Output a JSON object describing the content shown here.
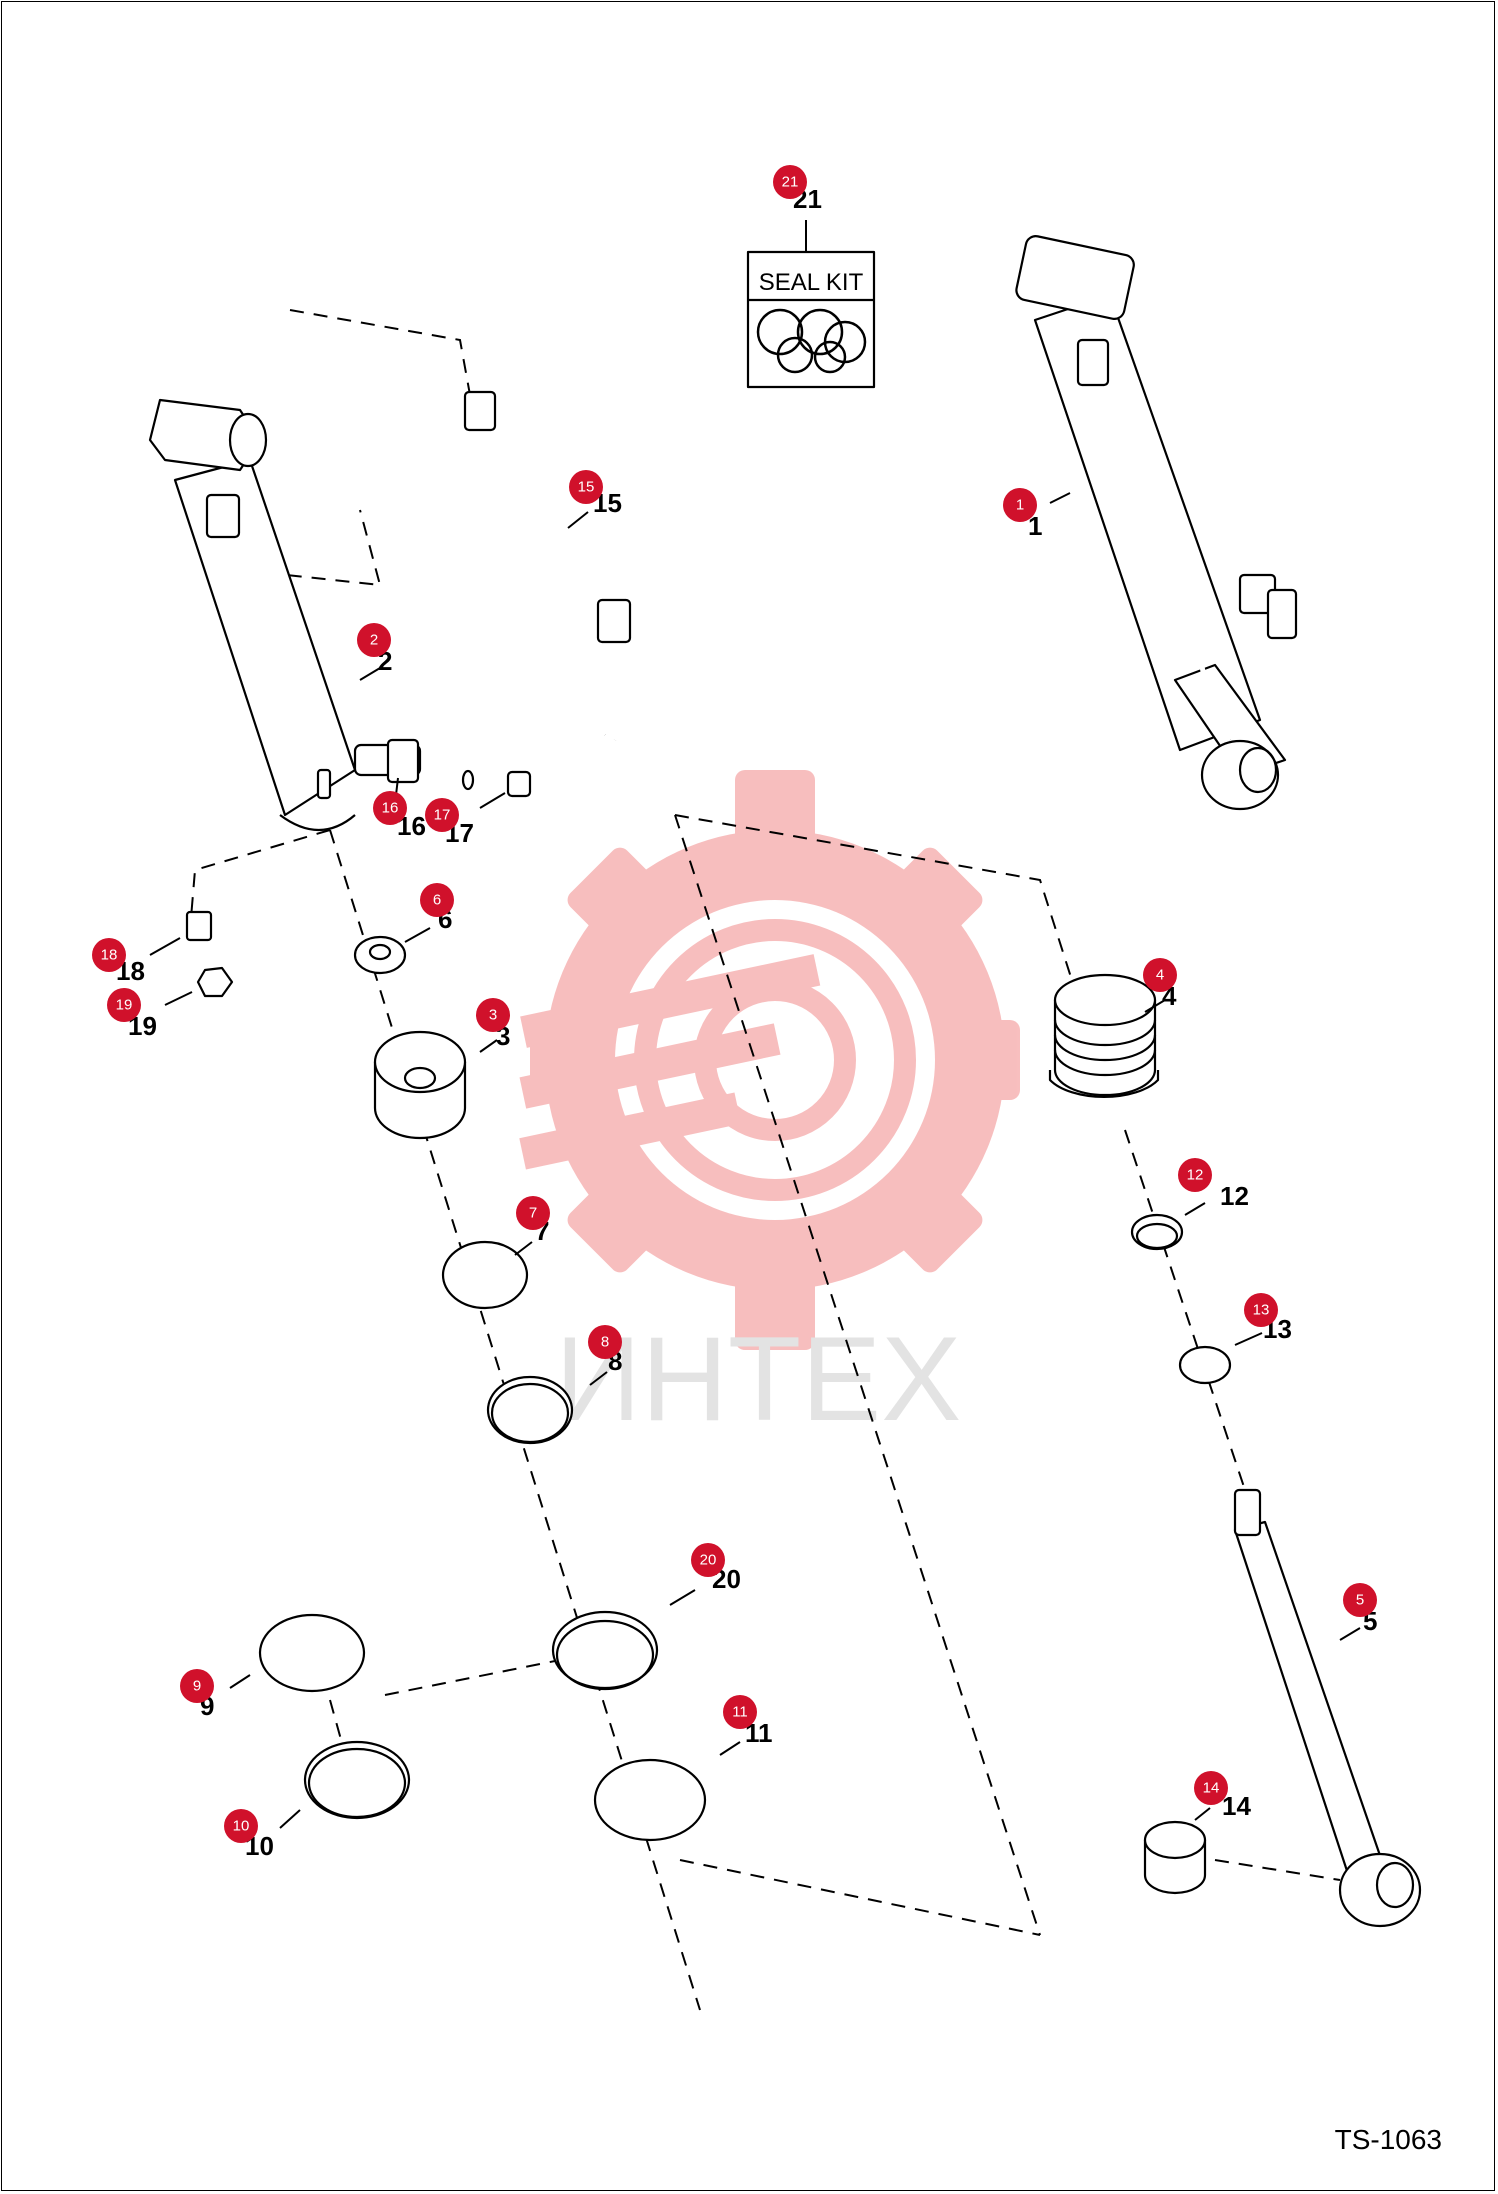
{
  "diagram": {
    "seal_kit_label": "SEAL KIT",
    "watermark": "ИНТЕХ",
    "doc_code": "TS-1063",
    "badge_color": "#d0112b",
    "watermark_color": "#f4a9a9",
    "callouts": [
      {
        "id": "1",
        "label": "1"
      },
      {
        "id": "2",
        "label": "2"
      },
      {
        "id": "3",
        "label": "3"
      },
      {
        "id": "4",
        "label": "4"
      },
      {
        "id": "5",
        "label": "5"
      },
      {
        "id": "6",
        "label": "6"
      },
      {
        "id": "7",
        "label": "7"
      },
      {
        "id": "8",
        "label": "8"
      },
      {
        "id": "9",
        "label": "9"
      },
      {
        "id": "10",
        "label": "10"
      },
      {
        "id": "11",
        "label": "11"
      },
      {
        "id": "12",
        "label": "12"
      },
      {
        "id": "13",
        "label": "13"
      },
      {
        "id": "14",
        "label": "14"
      },
      {
        "id": "15",
        "label": "15"
      },
      {
        "id": "16",
        "label": "16"
      },
      {
        "id": "17",
        "label": "17"
      },
      {
        "id": "18",
        "label": "18"
      },
      {
        "id": "19",
        "label": "19"
      },
      {
        "id": "20",
        "label": "20"
      },
      {
        "id": "21",
        "label": "21"
      }
    ]
  }
}
